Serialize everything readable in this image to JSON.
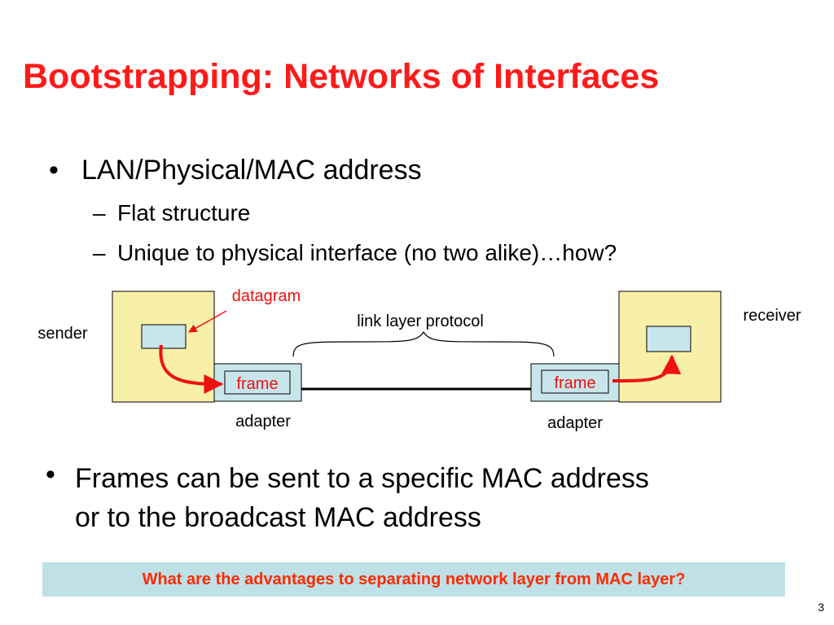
{
  "slide": {
    "title": "Bootstrapping: Networks of Interfaces",
    "bullets": [
      {
        "marker": "•",
        "text": "LAN/Physical/MAC address"
      },
      {
        "marker": "•",
        "text_lines": [
          "Frames can be sent to a specific MAC address",
          "or to the broadcast MAC address"
        ]
      }
    ],
    "sub_bullets": [
      {
        "marker": "–",
        "text": "Flat structure"
      },
      {
        "marker": "–",
        "text": "Unique to physical interface (no two alike)…how?"
      }
    ],
    "question": "What are the advantages to separating network layer from MAC layer?",
    "page_number": "3"
  },
  "diagram": {
    "labels": {
      "sender": "sender",
      "receiver": "receiver",
      "datagram": "datagram",
      "link_protocol": "link layer protocol",
      "frame_left": "frame",
      "frame_right": "frame",
      "adapter_left": "adapter",
      "adapter_right": "adapter"
    },
    "colors": {
      "host_fill": "#f8f0a8",
      "adapter_fill": "#c7e6ec",
      "accent_red": "#ee1111",
      "link_line": "#000000"
    }
  }
}
